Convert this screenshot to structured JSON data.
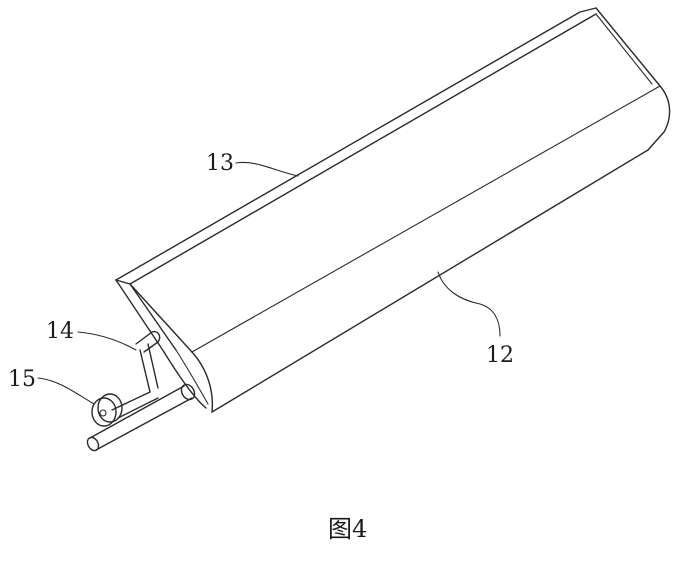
{
  "figure": {
    "caption": "图4",
    "labels": {
      "part_12": "12",
      "part_13": "13",
      "part_14": "14",
      "part_15": "15"
    }
  },
  "colors": {
    "line": "#2a2a2a",
    "background": "#ffffff"
  }
}
